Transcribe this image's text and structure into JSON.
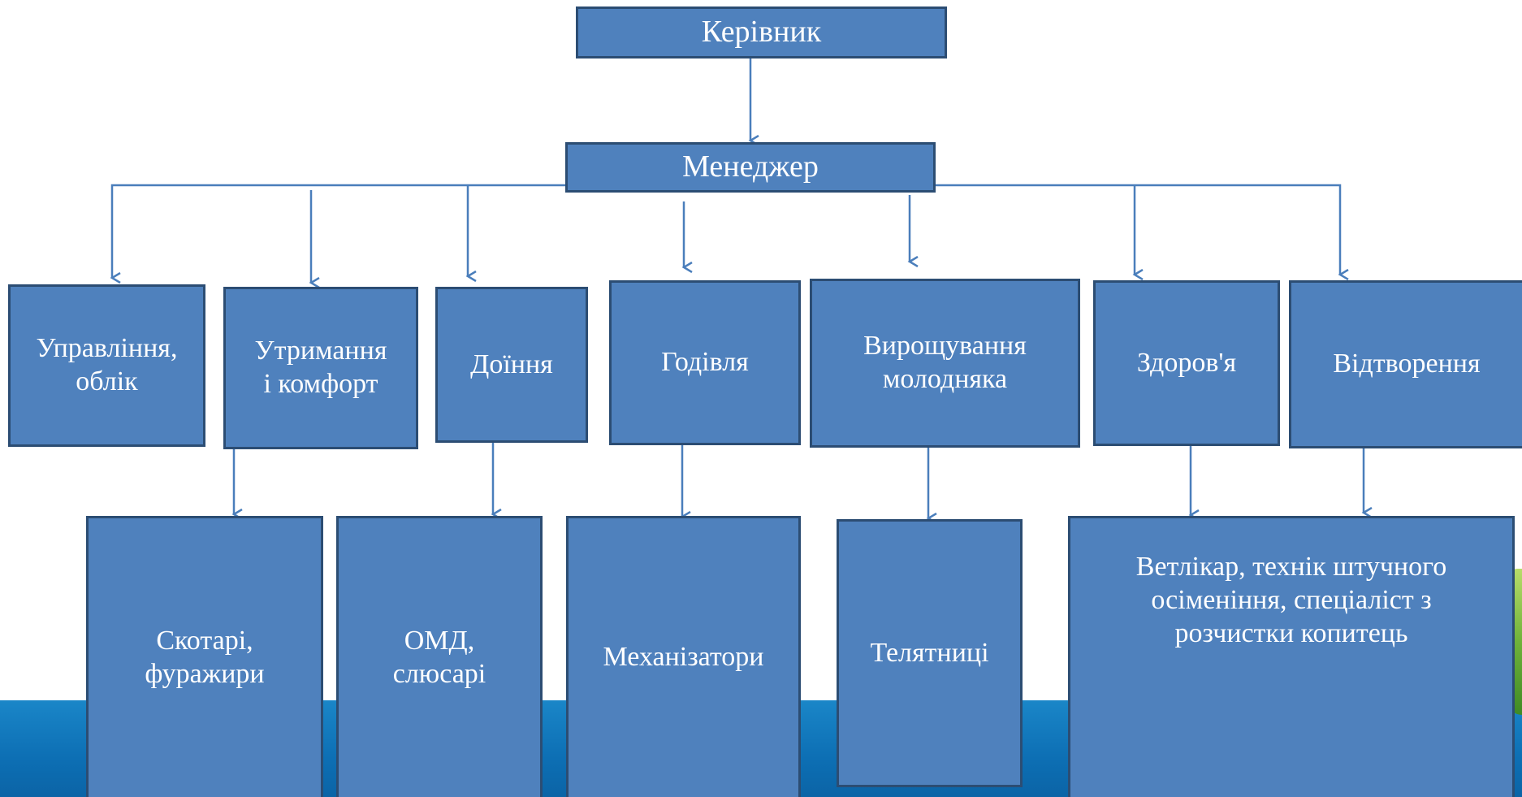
{
  "colors": {
    "box_fill": "#4f81bd",
    "box_border": "#2c4d73",
    "connector": "#4a7ebb",
    "footer_band": "#0d6fb4",
    "text": "#ffffff"
  },
  "head": {
    "label": "Керівник"
  },
  "manager": {
    "label": "Менеджер"
  },
  "departments": [
    {
      "label": "Управління,\nоблік"
    },
    {
      "label": "Утримання\nі комфорт"
    },
    {
      "label": "Доїння"
    },
    {
      "label": "Годівля"
    },
    {
      "label": "Вирощування\nмолодняка"
    },
    {
      "label": "Здоров'я"
    },
    {
      "label": "Відтворення"
    }
  ],
  "staff": [
    {
      "label": "Скотарі,\nфуражири"
    },
    {
      "label": "ОМД,\nслюсарі"
    },
    {
      "label": "Механізатори"
    },
    {
      "label": "Телятниці"
    },
    {
      "label": "Ветлікар, технік штучного\nосіменіння, спеціаліст з\nрозчистки копитець"
    }
  ]
}
